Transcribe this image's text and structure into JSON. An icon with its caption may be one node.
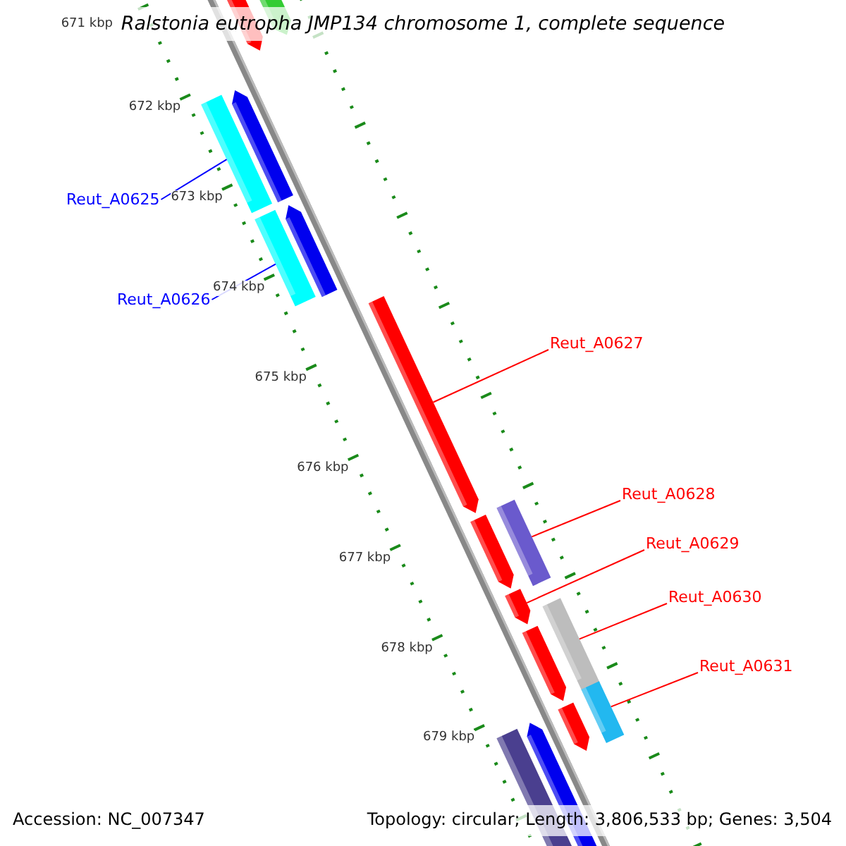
{
  "diagram": {
    "title": "Ralstonia eutropha JMP134 chromosome 1, complete sequence",
    "nodes": [
      {
        "text": [
          "Reut_A0625"
        ]
      },
      {
        "text": [],
        "shape": "bar"
      },
      {
        "text": [
          "Reut_A0626"
        ]
      },
      {
        "text": [],
        "shape": "bar"
      },
      {
        "text": [
          "Reut_A0627"
        ]
      },
      {
        "text": [],
        "shape": "arrow"
      },
      {
        "text": [
          "Reut_A0628"
        ]
      },
      {
        "text": [],
        "shape": "bar"
      },
      {
        "text": [
          "Reut_A0629"
        ]
      },
      {
        "text": [],
        "shape": "arrow"
      },
      {
        "text": [
          "Reut_A0630"
        ]
      },
      {
        "text": [],
        "shape": "bar"
      },
      {
        "text": [
          "Reut_A0631"
        ]
      },
      {
        "text": [],
        "shape": "bar"
      }
    ],
    "edges": [
      {
        "from": 0,
        "to": 1,
        "arrow": "none",
        "color": "#0000ff"
      },
      {
        "from": 2,
        "to": 3,
        "arrow": "none",
        "color": "#0000ff"
      },
      {
        "from": 4,
        "to": 5,
        "arrow": "none"
      },
      {
        "from": 6,
        "to": 7,
        "arrow": "none"
      },
      {
        "from": 8,
        "to": 9,
        "arrow": "none"
      },
      {
        "from": 10,
        "to": 11,
        "arrow": "none"
      },
      {
        "from": 12,
        "to": 13,
        "arrow": "none"
      }
    ],
    "labels": [
      "671 kbp",
      "672 kbp",
      "673 kbp",
      "674 kbp",
      "675 kbp",
      "676 kbp",
      "677 kbp",
      "678 kbp",
      "679 kbp",
      "Accession: NC_007347",
      "Topology: circular; Length: 3,806,533 bp; Genes: 3,504"
    ]
  }
}
